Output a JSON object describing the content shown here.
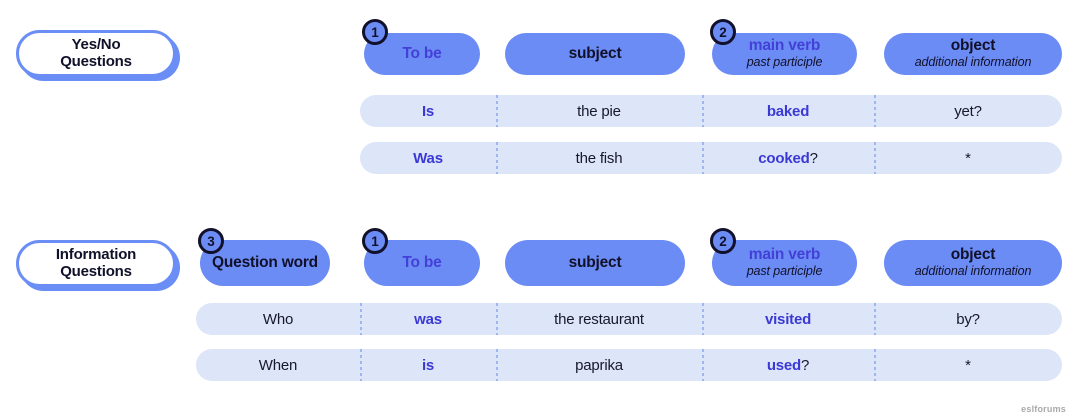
{
  "colors": {
    "header_pill": "#6c8cf5",
    "row_pill": "#dde5f8",
    "accent_blue_text": "#3b39d4",
    "navy_text": "#17172e",
    "divider": "#9fb6ee",
    "badge_ring": "#11112b"
  },
  "sections": [
    {
      "category": "Yes/No\nQuestions",
      "category_line1": "Yes/No",
      "category_line2": "Questions",
      "headers": [
        {
          "badge": "1",
          "main": "To be",
          "main_color": "blue",
          "sub": ""
        },
        {
          "badge": "",
          "main": "subject",
          "main_color": "navy",
          "sub": ""
        },
        {
          "badge": "2",
          "main": "main verb",
          "main_color": "blue",
          "sub": "past participle"
        },
        {
          "badge": "",
          "main": "object",
          "main_color": "navy",
          "sub": "additional information"
        }
      ],
      "rows": [
        [
          {
            "text": "Is",
            "color": "blue",
            "tail": ""
          },
          {
            "text": "the pie",
            "color": "navy",
            "tail": ""
          },
          {
            "text": "baked",
            "color": "blue",
            "tail": ""
          },
          {
            "text": "yet?",
            "color": "navy",
            "tail": ""
          }
        ],
        [
          {
            "text": "Was",
            "color": "blue",
            "tail": ""
          },
          {
            "text": "the fish",
            "color": "navy",
            "tail": ""
          },
          {
            "text": "cooked",
            "color": "blue",
            "tail": "?"
          },
          {
            "text": "*",
            "color": "navy",
            "tail": ""
          }
        ]
      ]
    },
    {
      "category": "Information\nQuestions",
      "category_line1": "Information",
      "category_line2": "Questions",
      "headers": [
        {
          "badge": "3",
          "main": "Question word",
          "main_color": "navy",
          "sub": ""
        },
        {
          "badge": "1",
          "main": "To be",
          "main_color": "blue",
          "sub": ""
        },
        {
          "badge": "",
          "main": "subject",
          "main_color": "navy",
          "sub": ""
        },
        {
          "badge": "2",
          "main": "main verb",
          "main_color": "blue",
          "sub": "past participle"
        },
        {
          "badge": "",
          "main": "object",
          "main_color": "navy",
          "sub": "additional information"
        }
      ],
      "rows": [
        [
          {
            "text": "Who",
            "color": "navy",
            "tail": ""
          },
          {
            "text": "was",
            "color": "blue",
            "tail": ""
          },
          {
            "text": "the restaurant",
            "color": "navy",
            "tail": ""
          },
          {
            "text": "visited",
            "color": "blue",
            "tail": ""
          },
          {
            "text": "by?",
            "color": "navy",
            "tail": ""
          }
        ],
        [
          {
            "text": "When",
            "color": "navy",
            "tail": ""
          },
          {
            "text": "is",
            "color": "blue",
            "tail": ""
          },
          {
            "text": "paprika",
            "color": "navy",
            "tail": ""
          },
          {
            "text": "used",
            "color": "blue",
            "tail": "?"
          },
          {
            "text": "*",
            "color": "navy",
            "tail": ""
          }
        ]
      ]
    }
  ],
  "watermark": "eslforums"
}
